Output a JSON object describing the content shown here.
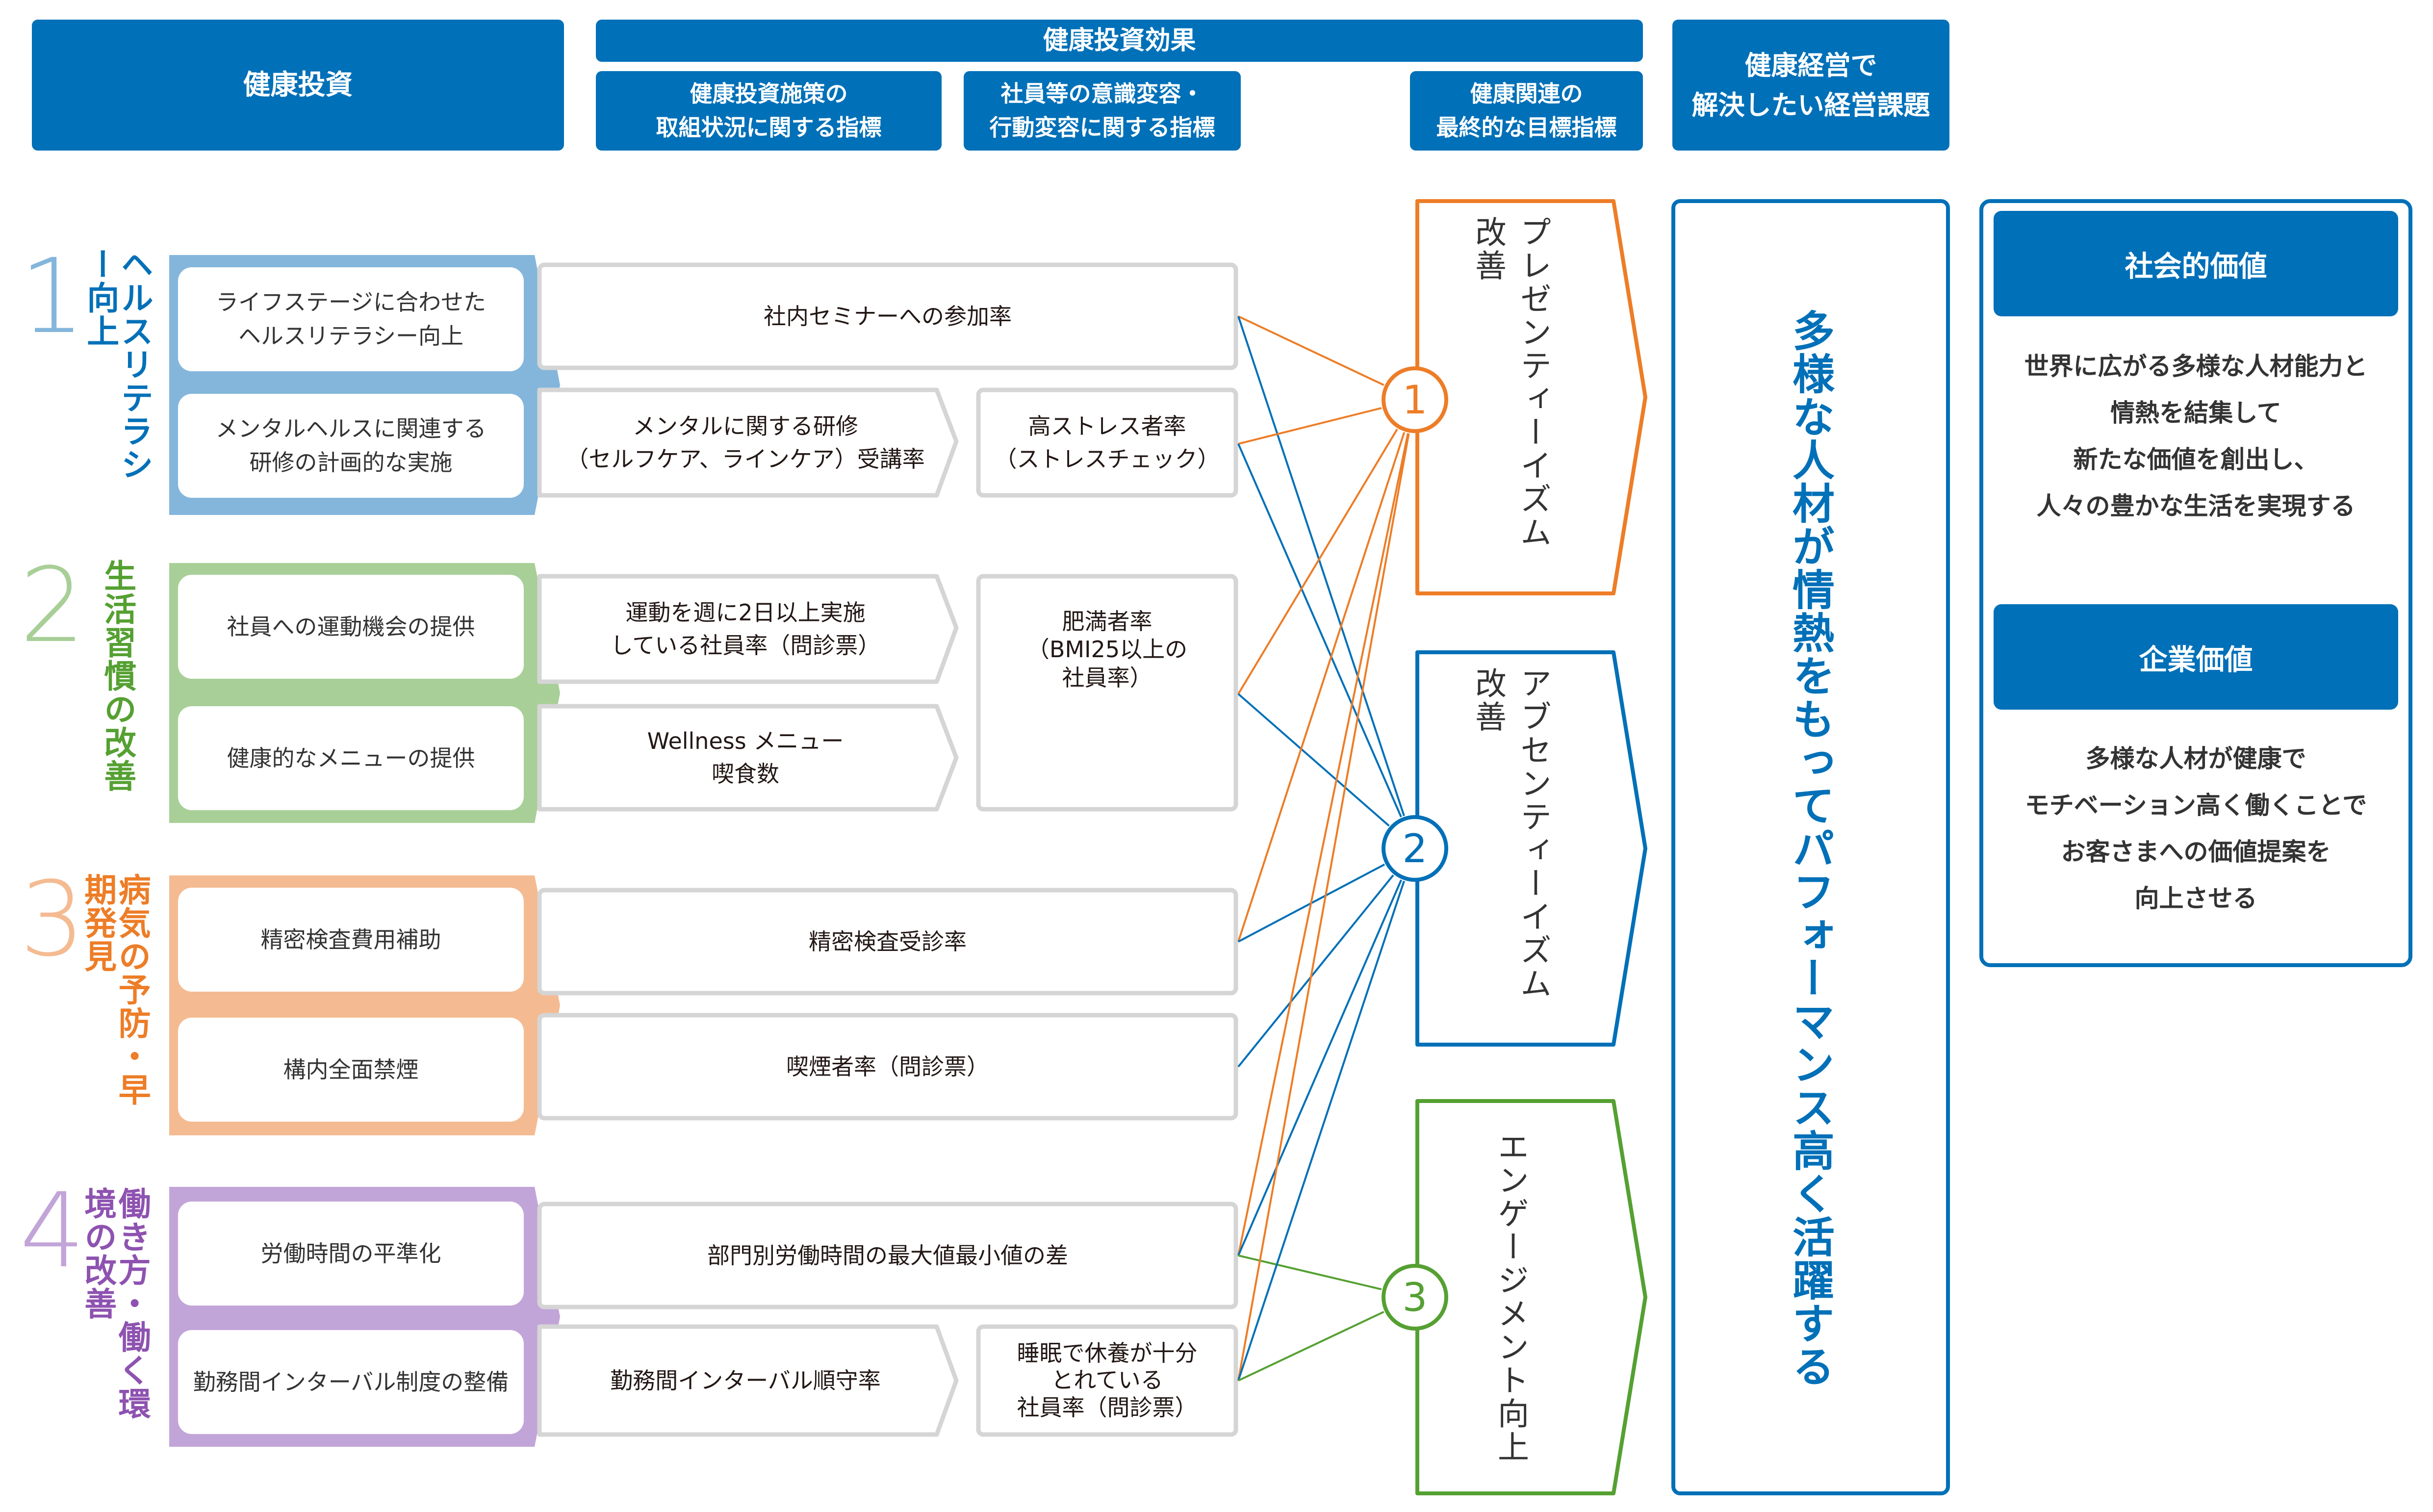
{
  "header": {
    "investment": "健康投資",
    "effect": "健康投資効果",
    "effect_sub": [
      [
        "健康投資施策の",
        "取組状況に関する指標"
      ],
      [
        "社員等の意識変容・",
        "行動変容に関する指標"
      ],
      [
        "健康関連の",
        "最終的な目標指標"
      ]
    ],
    "issue": [
      "健康経営で",
      "解決したい経営課題"
    ]
  },
  "colors": {
    "brand_blue": "#0070b8",
    "orange": "#ed7d27",
    "green": "#55a032",
    "purple": "#8e52b0",
    "row1_bg": "#84b6dc",
    "row2_bg": "#a8cf97",
    "row3_bg": "#f4bb92",
    "row4_bg": "#c2a5d8",
    "box_border": "#d5d5d5"
  },
  "rows": [
    {
      "number": "1",
      "title": [
        "ヘルス",
        "リテラシー向上"
      ],
      "items": [
        "ライフステージに合わせた\nヘルスリテラシー向上",
        "メンタルヘルスに関連する\n研修の計画的な実施"
      ],
      "metrics": [
        {
          "text": "社内セミナーへの参加率",
          "span": "full"
        },
        {
          "text": "メンタルに関する研修\n（セルフケア、ラインケア）受講率",
          "span": "arrow"
        }
      ],
      "final_metric": "高ストレス者率\n（ストレスチェック）"
    },
    {
      "number": "2",
      "title": [
        "生活習慣の改善"
      ],
      "items": [
        "社員への運動機会の提供",
        "健康的なメニューの提供"
      ],
      "metrics": [
        {
          "text": "運動を週に2日以上実施\nしている社員率（問診票）",
          "span": "arrow"
        },
        {
          "text": "Wellness メニュー\n喫食数",
          "span": "arrow"
        }
      ],
      "final_metric": "肥満者率\n（BMI25以上の\n社員率）"
    },
    {
      "number": "3",
      "title": [
        "病気の予防・",
        "早期発見"
      ],
      "items": [
        "精密検査費用補助",
        "構内全面禁煙"
      ],
      "metrics": [
        {
          "text": "精密検査受診率",
          "span": "full"
        },
        {
          "text": "喫煙者率（問診票）",
          "span": "full"
        }
      ],
      "final_metric": null
    },
    {
      "number": "4",
      "title": [
        "働き方・",
        "働く環境の改善"
      ],
      "items": [
        "労働時間の平準化",
        "勤務間インターバル制度の整備"
      ],
      "metrics": [
        {
          "text": "部門別労働時間の最大値最小値の差",
          "span": "full"
        },
        {
          "text": "勤務間インターバル順守率",
          "span": "arrow"
        }
      ],
      "final_metric": "睡眠で休養が十分\nとれている\n社員率（問診票）"
    }
  ],
  "outcomes": [
    {
      "number": "1",
      "label": "プレゼンティーイズム改善"
    },
    {
      "number": "2",
      "label": "アブセンティーイズム改善"
    },
    {
      "number": "3",
      "label": "エンゲージメント向上"
    }
  ],
  "goal": "多様な人材が情熱をもってパフォーマンス高く活躍する",
  "values": [
    {
      "title": "社会的価値",
      "lines": [
        "世界に広がる多様な人材能力と",
        "情熱を結集して",
        "新たな価値を創出し、",
        "人々の豊かな生活を実現する"
      ]
    },
    {
      "title": "企業価値",
      "lines": [
        "多様な人材が健康で",
        "モチベーション高く働くことで",
        "お客さまへの価値提案を",
        "向上させる"
      ]
    }
  ],
  "connections": [
    {
      "from": "social-seminar",
      "to": "1",
      "color": "orange"
    },
    {
      "from": "social-seminar",
      "to": "2",
      "color": "blue"
    },
    {
      "from": "high-stress",
      "to": "1",
      "color": "orange"
    },
    {
      "from": "high-stress",
      "to": "2",
      "color": "blue"
    },
    {
      "from": "obesity",
      "to": "1",
      "color": "orange"
    },
    {
      "from": "obesity",
      "to": "2",
      "color": "blue"
    },
    {
      "from": "exam-rate",
      "to": "1",
      "color": "orange"
    },
    {
      "from": "exam-rate",
      "to": "2",
      "color": "blue"
    },
    {
      "from": "smoking",
      "to": "2",
      "color": "blue"
    },
    {
      "from": "worktime-gap",
      "to": "1",
      "color": "orange"
    },
    {
      "from": "worktime-gap",
      "to": "2",
      "color": "blue"
    },
    {
      "from": "worktime-gap",
      "to": "3",
      "color": "green"
    },
    {
      "from": "sleep",
      "to": "1",
      "color": "orange"
    },
    {
      "from": "sleep",
      "to": "2",
      "color": "blue"
    },
    {
      "from": "sleep",
      "to": "3",
      "color": "green"
    }
  ]
}
